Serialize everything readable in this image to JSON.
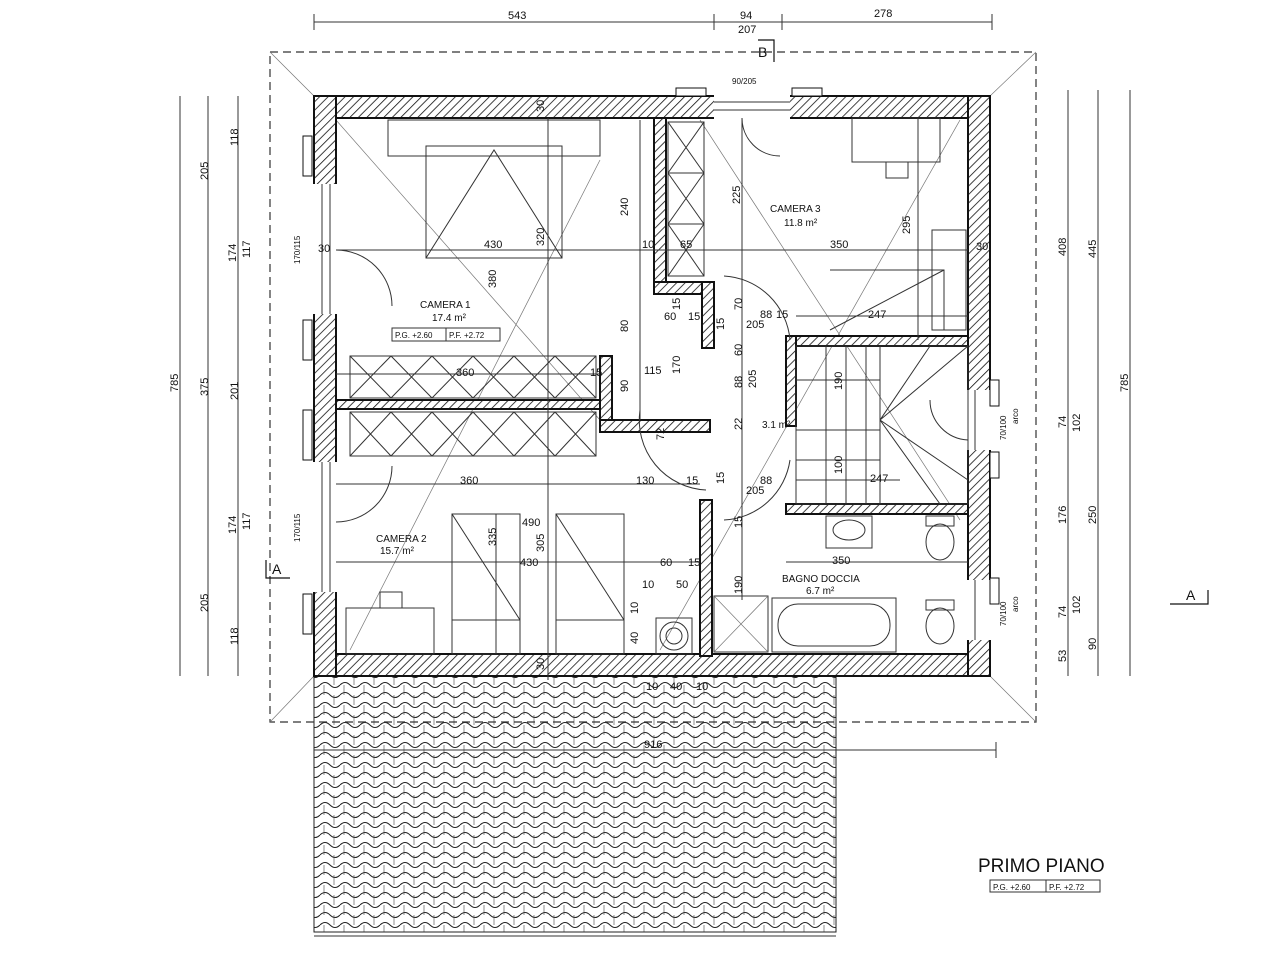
{
  "top_dims": {
    "d1": "543",
    "d2": "94",
    "d2b": "207",
    "d3": "278"
  },
  "section_b": "B",
  "door_top": "90/205",
  "left_outer": {
    "d1": "785",
    "d2": "205",
    "d3": "375",
    "d4": "205"
  },
  "left_inner": {
    "d1": "118",
    "d2": "174",
    "d2b": "117",
    "d3": "201",
    "d4": "174",
    "d4b": "117",
    "d5": "118"
  },
  "left_windows": {
    "w1": "170/115",
    "w2": "170/115"
  },
  "right_dims": {
    "d408": "408",
    "d445": "445",
    "d785": "785",
    "d74a": "74",
    "d102a": "102",
    "d176": "176",
    "d250": "250",
    "d74b": "74",
    "d102b": "102",
    "d53": "53",
    "d90": "90"
  },
  "right_windows": {
    "w1": "70/100",
    "w1b": "arco",
    "w2": "70/100",
    "w2b": "arco"
  },
  "section_a_left": "A",
  "section_a_right": "A",
  "rooms": {
    "camera1": {
      "name": "CAMERA 1",
      "area": "17.4 m²",
      "pg": "P.G. +2.60",
      "pf": "P.F. +2.72"
    },
    "camera2": {
      "name": "CAMERA 2",
      "area": "15.7 m²"
    },
    "camera3": {
      "name": "CAMERA 3",
      "area": "11.8 m²"
    },
    "corridor": {
      "area": "3.1 m²"
    },
    "bagno": {
      "name": "BAGNO DOCCIA",
      "area": "6.7 m²"
    }
  },
  "inner_dims": {
    "c1_w": "430",
    "c1_h": "320",
    "c1_diag": "380",
    "w240": "240",
    "w10a": "10",
    "w65": "65",
    "w60a": "60",
    "w15a": "15",
    "w80": "80",
    "w15b": "15",
    "w15c": "15",
    "w70": "70",
    "w88a": "88",
    "w15d": "15",
    "w205a": "205",
    "w60b": "60",
    "w360a": "360",
    "w15e": "15",
    "w115": "115",
    "w170": "170",
    "w90a": "90",
    "w88b": "88",
    "w205b": "205",
    "w72": "72",
    "w22": "22",
    "w360b": "360",
    "w130": "130",
    "w15f": "15",
    "w15g": "15",
    "w88c": "88",
    "w205c": "205",
    "w15h": "15",
    "w490": "490",
    "w335": "335",
    "w305": "305",
    "w430b": "430",
    "w60c": "60",
    "w15i": "15",
    "w10b": "10",
    "w50": "50",
    "w10c": "10",
    "w40a": "40",
    "w190": "190",
    "w350a": "350",
    "w350b": "350",
    "w295": "295",
    "w225": "225",
    "w247a": "247",
    "w247b": "247",
    "w190s": "190",
    "w100s": "100",
    "w30a": "30",
    "w30b": "30",
    "w30c": "30",
    "w30d": "30",
    "w10d": "10",
    "w40b": "40",
    "w10e": "10",
    "w916": "916"
  },
  "plan_title": "PRIMO PIANO",
  "plan_pg": "P.G. +2.60",
  "plan_pf": "P.F. +2.72"
}
